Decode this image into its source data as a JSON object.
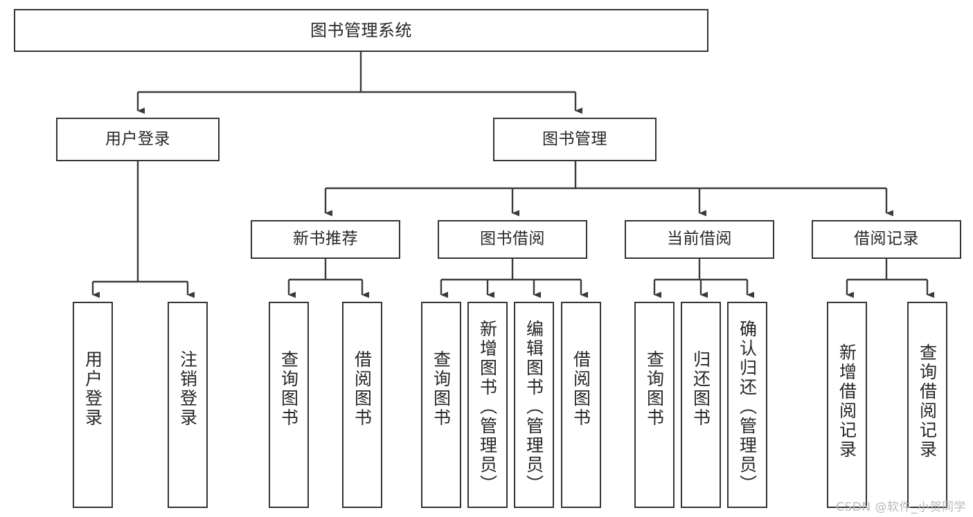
{
  "diagram": {
    "title": "图书管理系统",
    "type": "tree",
    "root": {
      "label": "图书管理系统"
    },
    "level2": [
      {
        "label": "用户登录"
      },
      {
        "label": "图书管理"
      }
    ],
    "level3": [
      {
        "label": "新书推荐"
      },
      {
        "label": "图书借阅"
      },
      {
        "label": "当前借阅"
      },
      {
        "label": "借阅记录"
      }
    ],
    "leaves": {
      "user_login": [
        {
          "label": "用户登录"
        },
        {
          "label": "注销登录"
        }
      ],
      "new_book_recommend": [
        {
          "label": "查询图书"
        },
        {
          "label": "借阅图书"
        }
      ],
      "book_borrow": [
        {
          "label": "查询图书"
        },
        {
          "label": "新增图书（管理员）"
        },
        {
          "label": "编辑图书（管理员）"
        },
        {
          "label": "借阅图书"
        }
      ],
      "current_borrow": [
        {
          "label": "查询图书"
        },
        {
          "label": "归还图书"
        },
        {
          "label": "确认归还（管理员）"
        }
      ],
      "borrow_record": [
        {
          "label": "新增借阅记录"
        },
        {
          "label": "查询借阅记录"
        }
      ]
    }
  },
  "watermark": {
    "text": "CSDN @软件_小贺同学"
  },
  "colors": {
    "border": "#333333",
    "text": "#262626",
    "background": "#ffffff",
    "watermark": "#b9b9b9"
  }
}
